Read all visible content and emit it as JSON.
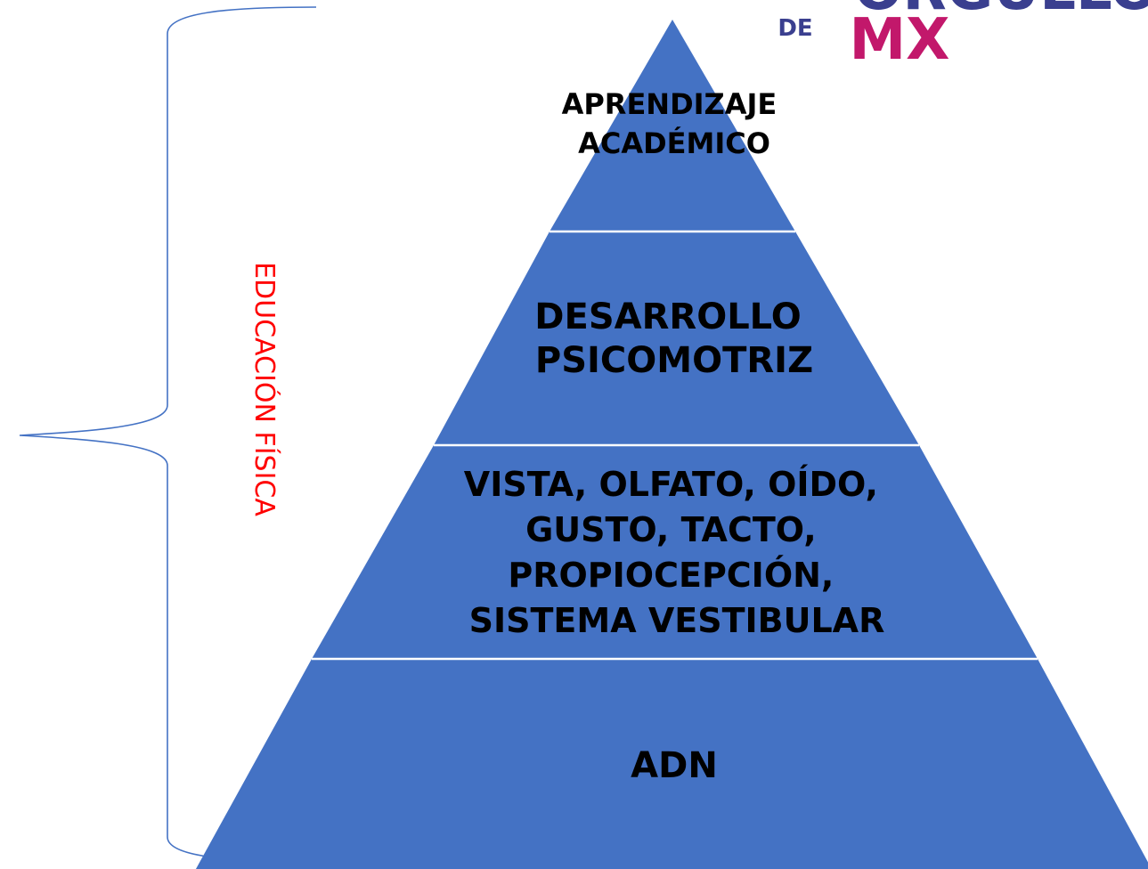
{
  "logo": {
    "top_text": "ORGULLO",
    "small_text": "DE",
    "big_text": "MX",
    "top_color": "#3a3f8f",
    "small_color": "#3a3f8f",
    "big_color": "#c2186b"
  },
  "brace_label": {
    "text": "EDUCACIÓN FÍSICA",
    "color": "#ff0000"
  },
  "pyramid": {
    "fill": "#4472c4",
    "divider_color": "#ffffff",
    "tiers": [
      {
        "lines": [
          "APRENDIZAJE",
          "ACADÉMICO"
        ]
      },
      {
        "lines": [
          "DESARROLLO",
          "PSICOMOTRIZ"
        ]
      },
      {
        "lines": [
          "VISTA, OLFATO, OÍDO,",
          "GUSTO, TACTO,",
          "PROPIOCEPCIÓN,",
          "SISTEMA VESTIBULAR"
        ]
      },
      {
        "lines": [
          "ADN"
        ]
      }
    ]
  },
  "brace": {
    "color": "#4472c4"
  }
}
